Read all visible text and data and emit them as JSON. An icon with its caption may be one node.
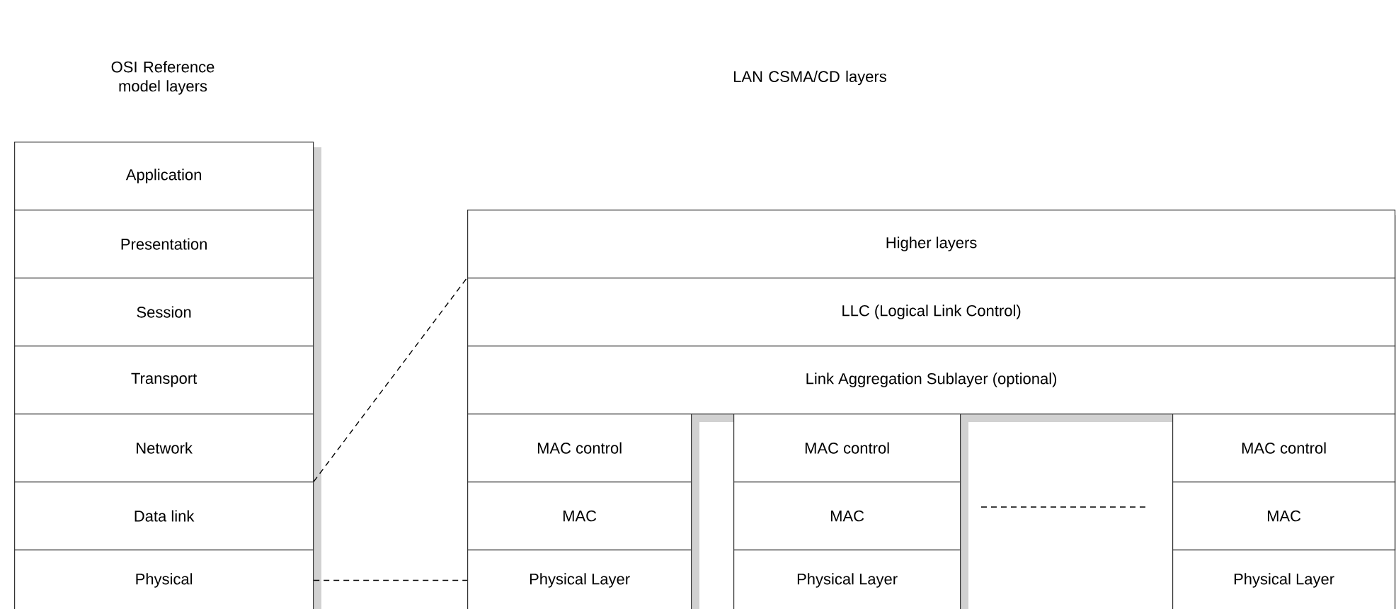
{
  "diagram": {
    "nodes": [
      {
        "text": [
          "Application"
        ]
      },
      {
        "text": [
          "Presentation"
        ]
      },
      {
        "text": [
          "Session"
        ]
      },
      {
        "text": [
          "Transport"
        ]
      },
      {
        "text": [
          "Network"
        ]
      },
      {
        "text": [
          "Data link"
        ]
      },
      {
        "text": [
          "Physical"
        ]
      },
      {
        "text": [
          "Higher layers"
        ]
      },
      {
        "text": [
          "LLC (Logical Link Control)"
        ]
      },
      {
        "text": [
          "Link Aggregation Sublayer (optional)"
        ]
      },
      {
        "text": [
          "MAC control"
        ]
      },
      {
        "text": [
          "MAC"
        ]
      },
      {
        "text": [
          "Physical Layer"
        ]
      },
      {
        "text": [
          "MAC control"
        ]
      },
      {
        "text": [
          "MAC"
        ]
      },
      {
        "text": [
          "Physical Layer"
        ]
      },
      {
        "text": [
          "MAC control"
        ]
      },
      {
        "text": [
          "MAC"
        ]
      },
      {
        "text": [
          "Physical Layer"
        ]
      }
    ],
    "edges": [
      {
        "from": 5,
        "to": 8,
        "arrow": "none",
        "style": "dashed"
      },
      {
        "from": 6,
        "to": 12,
        "arrow": "none",
        "style": "dashed"
      }
    ],
    "labels": [
      "OSI Reference model layers",
      "LAN CSMA/CD layers"
    ]
  }
}
